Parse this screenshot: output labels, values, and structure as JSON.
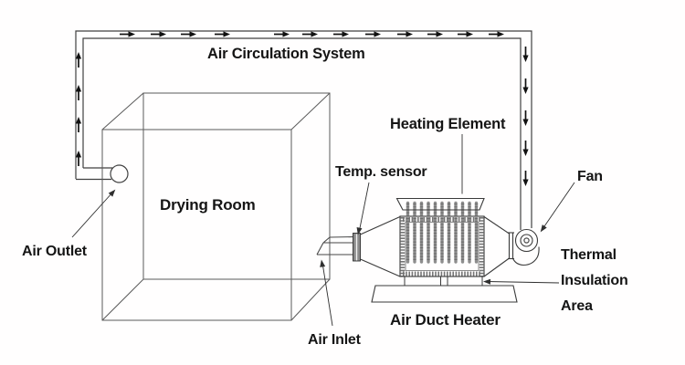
{
  "diagram": {
    "title": "Air Circulation System",
    "labels": {
      "air_circulation": "Air Circulation System",
      "drying_room": "Drying Room",
      "air_outlet": "Air Outlet",
      "heating_element": "Heating Element",
      "temp_sensor": "Temp. sensor",
      "fan": "Fan",
      "thermal_line1": "Thermal",
      "thermal_line2": "Insulation",
      "thermal_line3": "Area",
      "air_duct_heater": "Air Duct Heater",
      "air_inlet": "Air Inlet"
    },
    "flow_direction": "clockwise",
    "colors": {
      "background": "#ffffff",
      "line": "#3d3d3d",
      "box_line": "#5a5a5a",
      "flow_arrow": "#111111",
      "insulation_gray": "#757575",
      "rod_gray": "#8e8e8e",
      "text": "#151515"
    }
  }
}
